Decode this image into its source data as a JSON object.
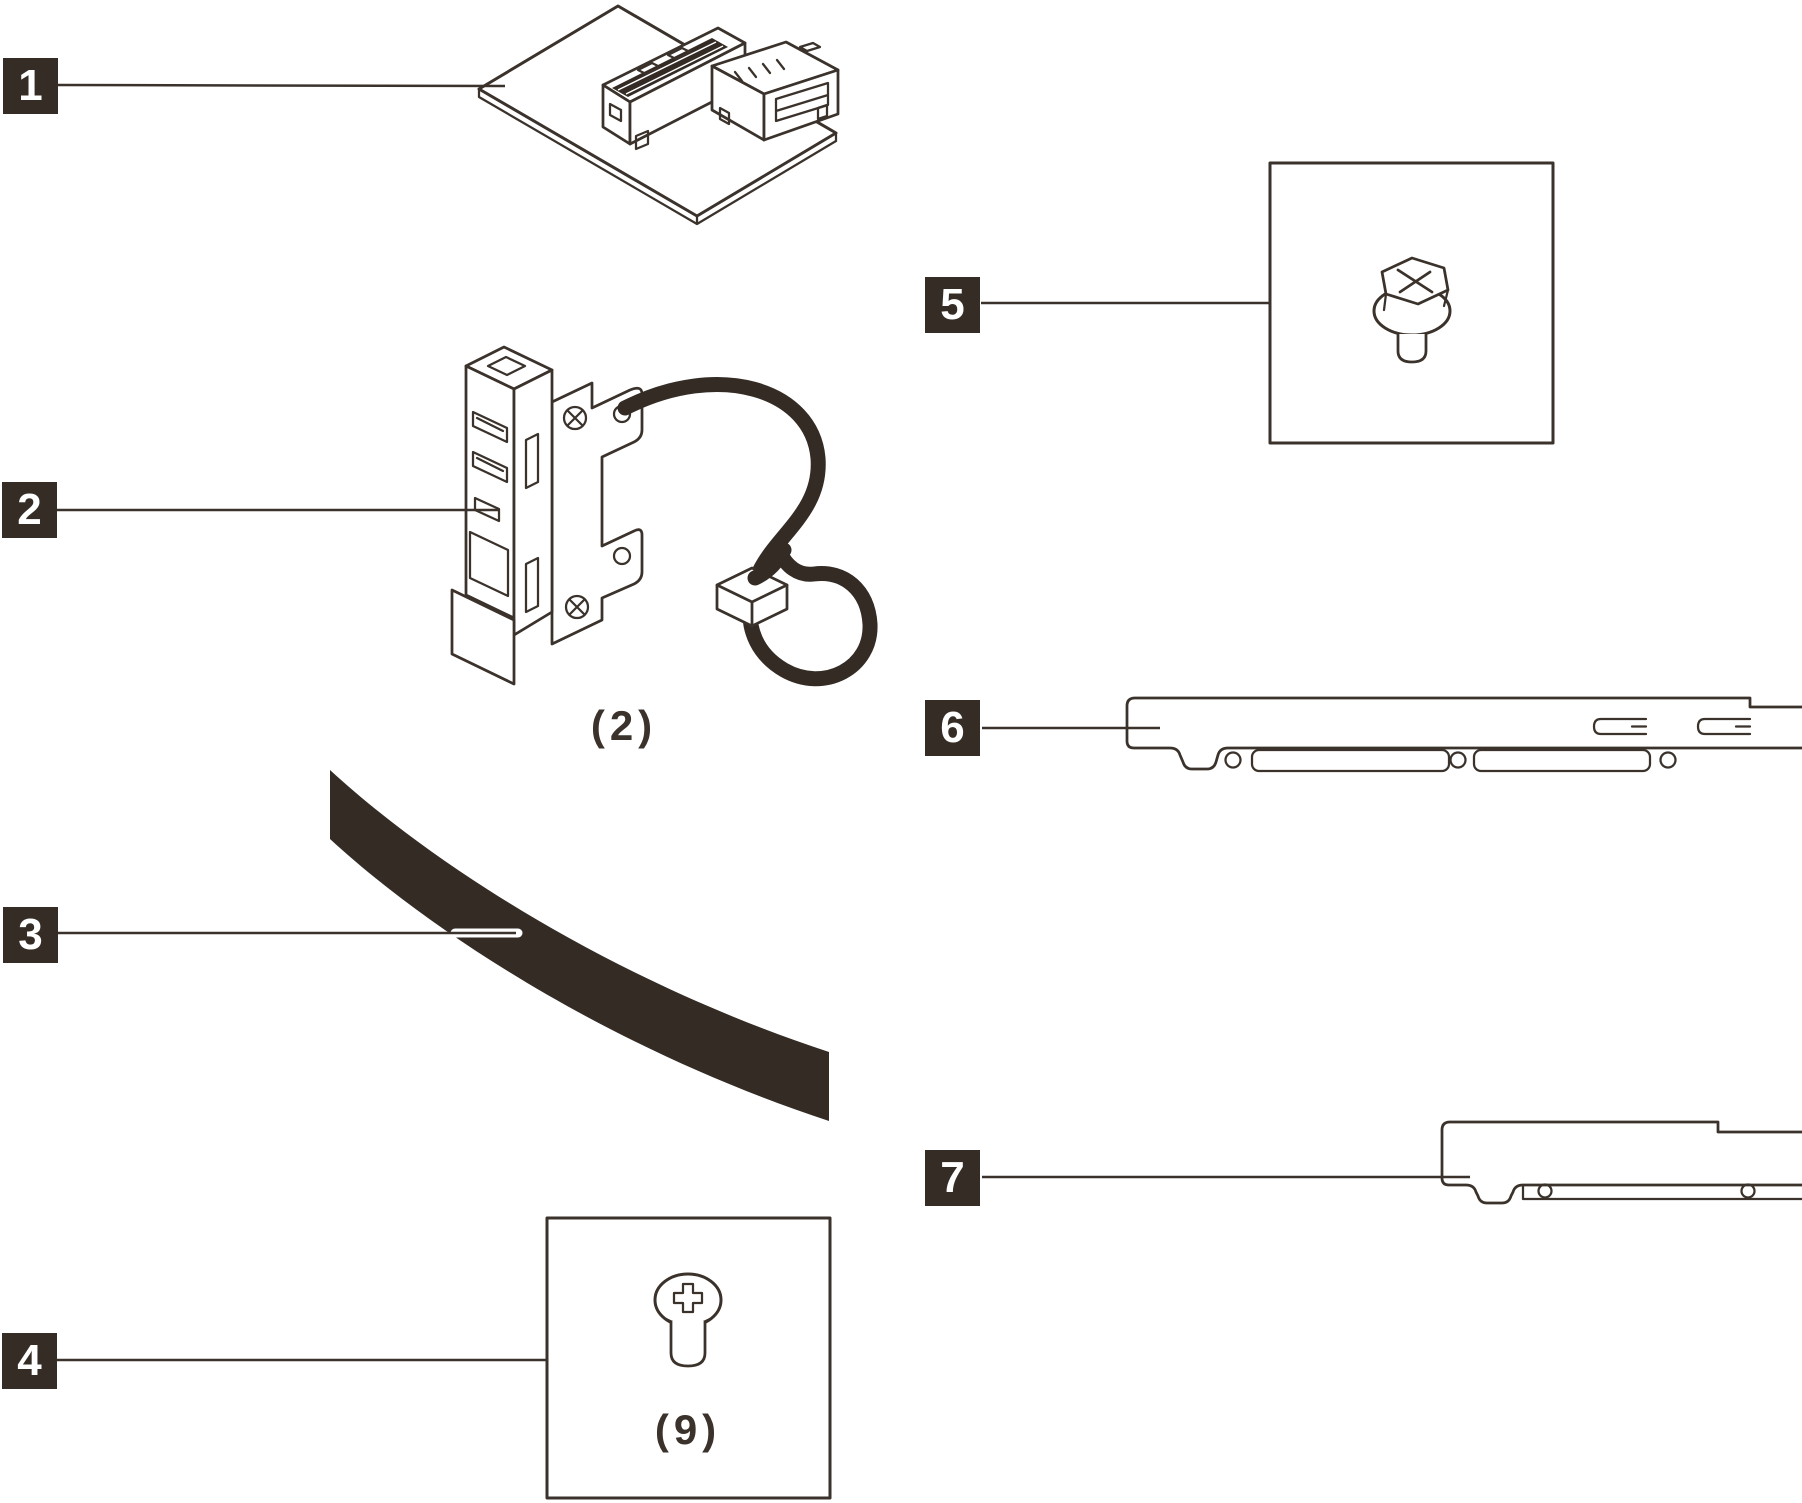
{
  "colors": {
    "ink": "#3a322b",
    "ink-dark": "#332b24",
    "label-bg": "#352c25",
    "label-fg": "#ffffff",
    "bg": "#ffffff"
  },
  "callouts": [
    {
      "number": "1",
      "name": "interposer-board-with-connectors",
      "quantity": ""
    },
    {
      "number": "2",
      "name": "front-io-module-with-cable",
      "quantity": "(2)"
    },
    {
      "number": "3",
      "name": "black-strip",
      "quantity": ""
    },
    {
      "number": "4",
      "name": "phillips-pan-head-screw",
      "quantity": "(9)"
    },
    {
      "number": "5",
      "name": "hex-flange-phillips-screw",
      "quantity": ""
    },
    {
      "number": "6",
      "name": "long-side-bracket",
      "quantity": ""
    },
    {
      "number": "7",
      "name": "short-side-bracket",
      "quantity": ""
    }
  ]
}
